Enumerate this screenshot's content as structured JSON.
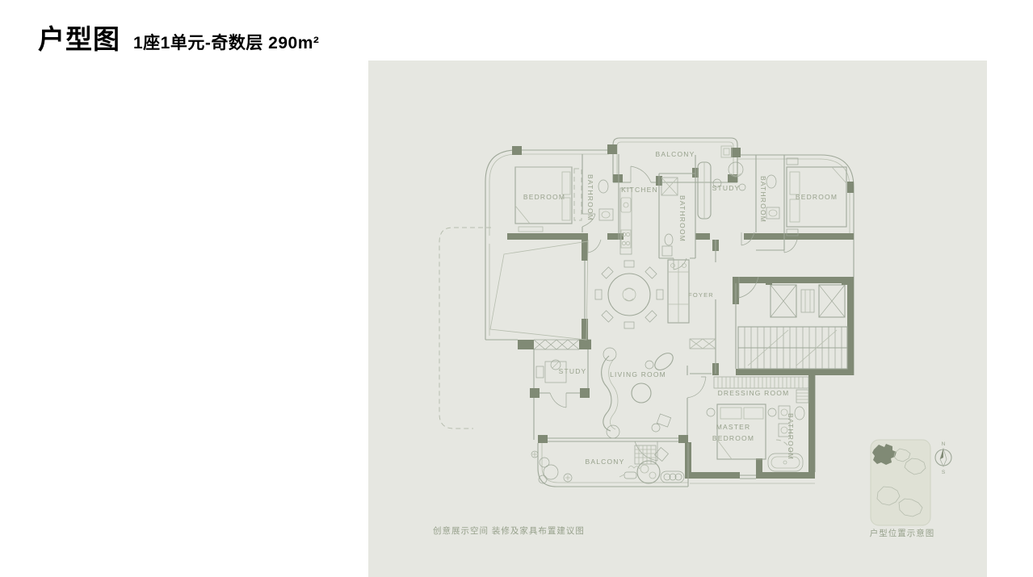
{
  "header": {
    "title": "户型图",
    "subtitle": "1座1单元-奇数层 290m²"
  },
  "plan": {
    "labels": [
      {
        "text": "BALCONY"
      },
      {
        "text": "BEDROOM"
      },
      {
        "text": "BATHROOM"
      },
      {
        "text": "KITCHEN"
      },
      {
        "text": "BATHROOM"
      },
      {
        "text": "STUDY"
      },
      {
        "text": "BATHROOM"
      },
      {
        "text": "BEDROOM"
      },
      {
        "text": "FOYER"
      },
      {
        "text": "STUDY"
      },
      {
        "text": "LIVING ROOM"
      },
      {
        "text": "DRESSING ROOM"
      },
      {
        "text": "MASTER"
      },
      {
        "text": "BEDROOM"
      },
      {
        "text": "BATHROOM"
      },
      {
        "text": "BALCONY"
      }
    ],
    "captions": {
      "disclaimer": "创意展示空间 装修及家具布置建议图",
      "inset": "户型位置示意图"
    },
    "compass": {
      "north": "N",
      "south": "S"
    }
  },
  "colors": {
    "panel_bg": "#e6e7e1",
    "wall": "#808a75",
    "line": "#9fa899",
    "line_light": "#b6bdae",
    "label": "#97a18c",
    "inset_bg": "#dfe1d5",
    "title": "#000000"
  }
}
